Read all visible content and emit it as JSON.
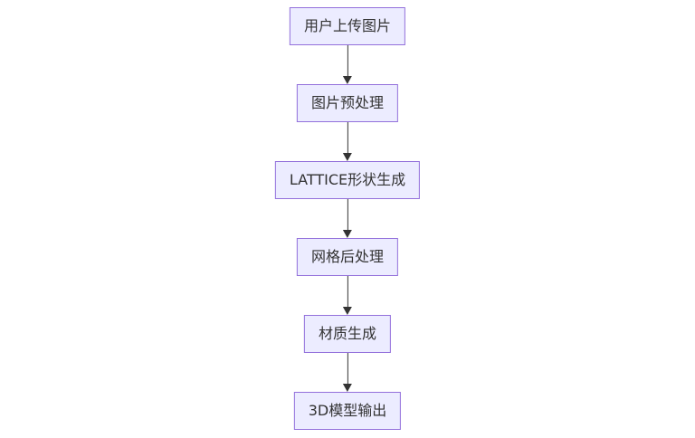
{
  "diagram": {
    "type": "flowchart",
    "direction": "top-down",
    "nodes": [
      {
        "label": "用户上传图片"
      },
      {
        "label": "图片预处理"
      },
      {
        "label": "LATTICE形状生成"
      },
      {
        "label": "网格后处理"
      },
      {
        "label": "材质生成"
      },
      {
        "label": "3D模型输出"
      }
    ],
    "edges": [
      {
        "from": "用户上传图片",
        "to": "图片预处理"
      },
      {
        "from": "图片预处理",
        "to": "LATTICE形状生成"
      },
      {
        "from": "LATTICE形状生成",
        "to": "网格后处理"
      },
      {
        "from": "网格后处理",
        "to": "材质生成"
      },
      {
        "from": "材质生成",
        "to": "3D模型输出"
      }
    ],
    "colors": {
      "node_fill": "#ECECFF",
      "node_border": "#9370DB",
      "arrow": "#333333",
      "text": "#333333",
      "background": "#ffffff"
    }
  }
}
